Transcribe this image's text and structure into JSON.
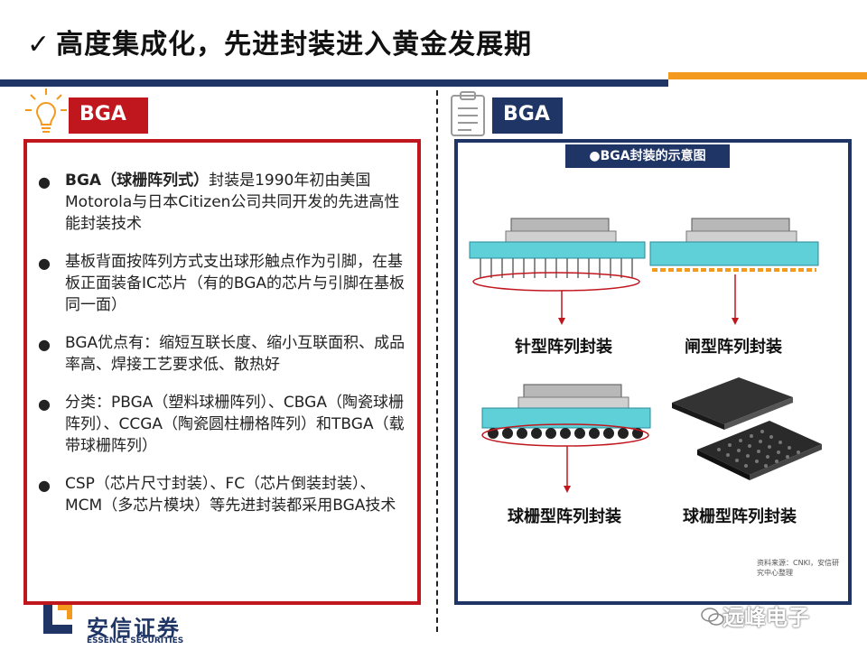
{
  "header": {
    "check": "✓",
    "title": "高度集成化，先进封装进入黄金发展期"
  },
  "left": {
    "tag": "BGA",
    "bullets": [
      {
        "bold": "BGA（球栅阵列式）",
        "text": "封装是1990年初由美国Motorola与日本Citizen公司共同开发的先进高性能封装技术"
      },
      {
        "bold": "",
        "text": "基板背面按阵列方式支出球形触点作为引脚，在基板正面装备IC芯片（有的BGA的芯片与引脚在基板同一面）"
      },
      {
        "bold": "",
        "text": "BGA优点有：缩短互联长度、缩小互联面积、成品率高、焊接工艺要求低、散热好"
      },
      {
        "bold": "",
        "text": "分类：PBGA（塑料球栅阵列）、CBGA（陶瓷球栅阵列）、CCGA（陶瓷圆柱栅格阵列）和TBGA（载带球栅阵列）"
      },
      {
        "bold": "",
        "text": "CSP（芯片尺寸封装）、FC（芯片倒装封装）、MCM（多芯片模块）等先进封装都采用BGA技术"
      }
    ]
  },
  "right": {
    "tag": "BGA",
    "caption": "●BGA封装的示意图",
    "labels": {
      "pin": "针型阵列封装",
      "gate": "闸型阵列封装",
      "ball1": "球栅型阵列封装",
      "ball2": "球栅型阵列封装"
    },
    "source": "资料来源：CNKI，安信研究中心整理"
  },
  "footer": {
    "company": "安信证券",
    "company_en": "ESSENCE SECURITIES",
    "watermark": "远峰电子"
  },
  "colors": {
    "navy": "#1f3566",
    "red": "#c0171f",
    "orange": "#f39a1e",
    "substrate": "#5fd0d8"
  }
}
